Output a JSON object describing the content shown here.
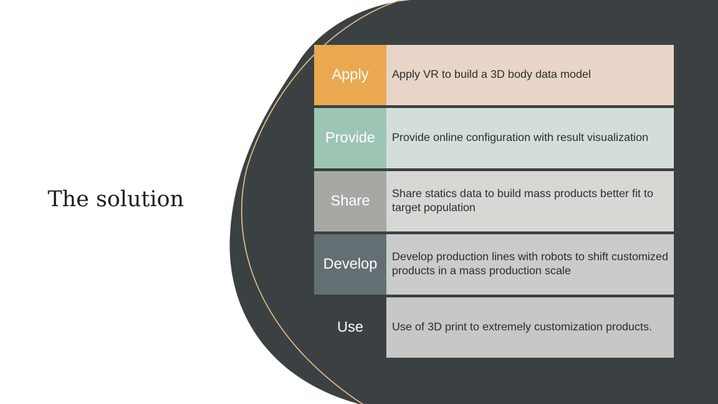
{
  "slide": {
    "title": "The solution"
  },
  "rows": [
    {
      "label": "Apply",
      "text": "Apply VR to build a 3D body data model",
      "label_color": "#eaa851",
      "text_bg": "#e8d5c7"
    },
    {
      "label": "Provide",
      "text": "Provide online configuration with result visualization",
      "label_color": "#9dc5b4",
      "text_bg": "#d4ded9"
    },
    {
      "label": "Share",
      "text": "Share statics data to build mass products better fit to target population",
      "label_color": "#a6a9a3",
      "text_bg": "#d7d7d4"
    },
    {
      "label": "Develop",
      "text": " Develop production lines with robots to shift customized products in a mass production scale",
      "label_color": "#636f73",
      "text_bg": "#c9cccb"
    },
    {
      "label": "Use",
      "text": "Use of 3D print to extremely customization products.",
      "label_color": "transparent",
      "text_bg": "#c7c7c6"
    }
  ],
  "colors": {
    "dark_shape": "#3b4142",
    "accent_line": "#e6c08b",
    "background": "#ffffff"
  }
}
